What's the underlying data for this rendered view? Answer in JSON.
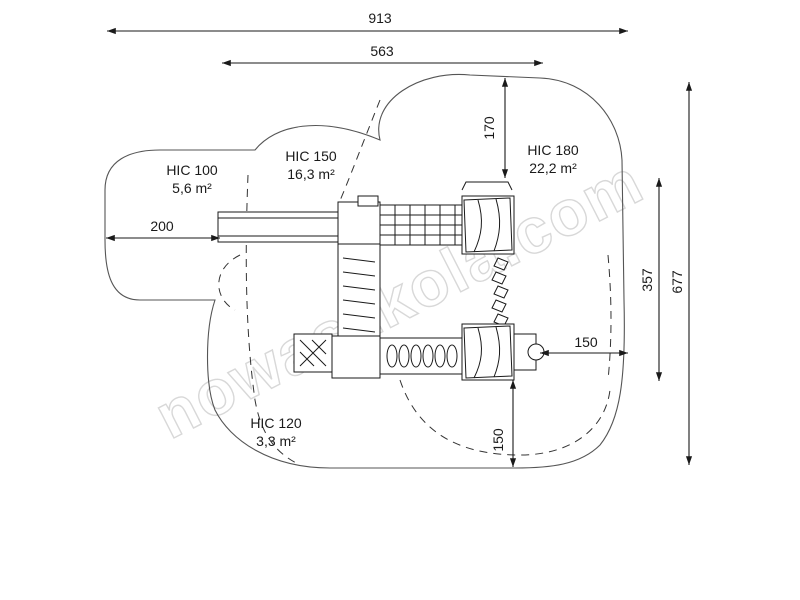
{
  "dimensions": {
    "overall_width": "913",
    "structure_width": "563",
    "top_clearance": "170",
    "left_clearance": "200",
    "right_clearance": "150",
    "bottom_clearance": "150",
    "structure_depth": "357",
    "overall_depth": "677"
  },
  "zones": [
    {
      "name": "HIC 100",
      "area": "5,6 m²"
    },
    {
      "name": "HIC 150",
      "area": "16,3 m²"
    },
    {
      "name": "HIC 180",
      "area": "22,2 m²"
    },
    {
      "name": "HIC 120",
      "area": "3,3 m²"
    }
  ],
  "watermark": "nowaszkola.com",
  "colors": {
    "line": "#1a1a1a",
    "outline": "#555555",
    "watermark": "#d8d8d8"
  }
}
